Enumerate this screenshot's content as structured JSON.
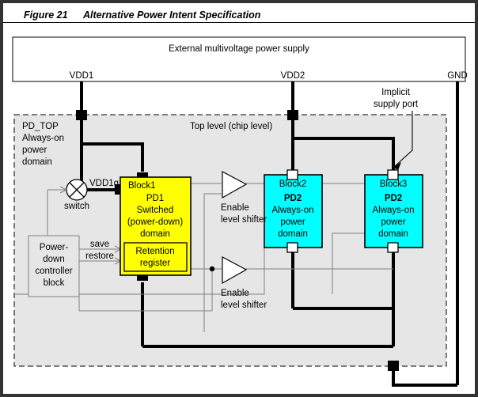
{
  "caption": {
    "figure_number": "Figure 21",
    "title": "Alternative Power Intent Specification"
  },
  "supply_box": {
    "label": "External multivoltage power supply",
    "ports": [
      {
        "name": "VDD1",
        "label": "VDD1"
      },
      {
        "name": "VDD2",
        "label": "VDD2"
      },
      {
        "name": "GND",
        "label": "GND"
      }
    ]
  },
  "annotations": {
    "implicit_supply_port_line1": "Implicit",
    "implicit_supply_port_line2": "supply port"
  },
  "pd_top": {
    "name_line1": "PD_TOP",
    "name_line2": "Always-on",
    "name_line3": "power",
    "name_line4": "domain",
    "title": "Top level (chip level)"
  },
  "switch": {
    "label": "switch",
    "net_label": "VDD1g"
  },
  "controller": {
    "line1": "Power-",
    "line2": "down",
    "line3": "controller",
    "line4": "block",
    "signals": [
      {
        "name": "save",
        "label": "save"
      },
      {
        "name": "restore",
        "label": "restore"
      }
    ]
  },
  "blocks": [
    {
      "id": "block1",
      "title": "Block1",
      "domain": "PD1",
      "desc_line1": "Switched",
      "desc_line2": "(power-down)",
      "desc_line3": "domain",
      "color": "#FFFF00",
      "inner": {
        "line1": "Retention",
        "line2": "register"
      }
    },
    {
      "id": "block2",
      "title": "Block2",
      "domain": "PD2",
      "desc_line1": "Always-on",
      "desc_line2": "power",
      "desc_line3": "domain",
      "color": "#00FFFF"
    },
    {
      "id": "block3",
      "title": "Block3",
      "domain": "PD2",
      "desc_line1": "Always-on",
      "desc_line2": "power",
      "desc_line3": "domain",
      "color": "#00FFFF"
    }
  ],
  "level_shifters": [
    {
      "id": "ls-top",
      "line1": "Enable",
      "line2": "level shifter"
    },
    {
      "id": "ls-bottom",
      "line1": "Enable",
      "line2": "level shifter"
    }
  ],
  "colors": {
    "pd_top_fill": "#E6E6E6",
    "block1_fill": "#FFFF00",
    "block2_fill": "#00FFFF",
    "block3_fill": "#00FFFF",
    "controller_fill": "#E6E6E6",
    "wire_power": "#000000",
    "wire_signal": "#808080",
    "frame": "#333333"
  }
}
